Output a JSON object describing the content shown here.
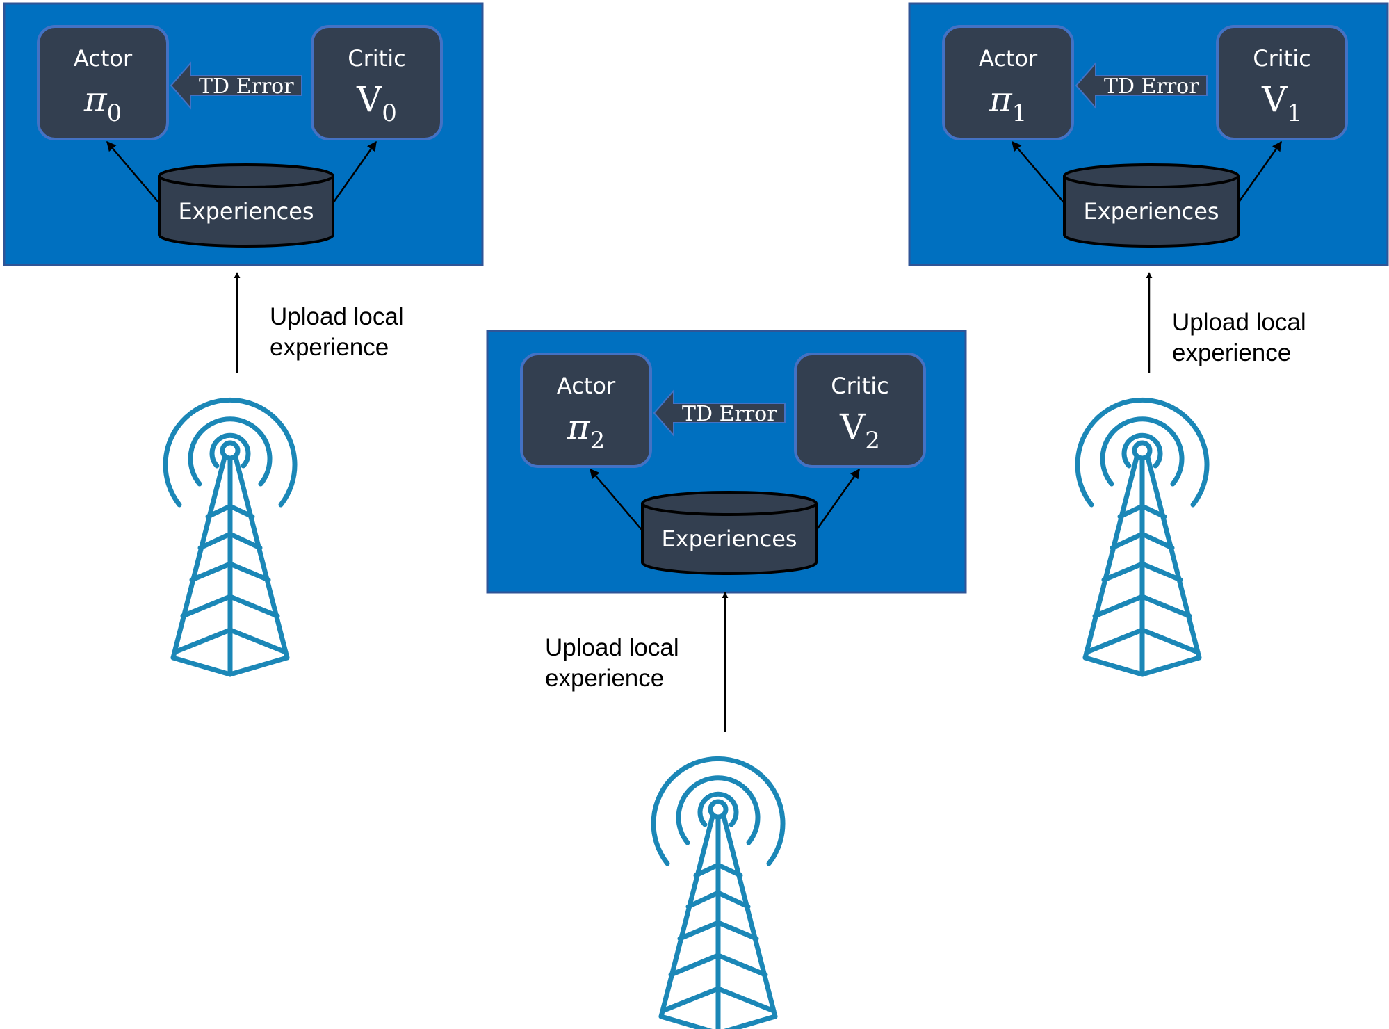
{
  "colors": {
    "panel": "#0070c0",
    "box": "#333f50",
    "box_border": "#4472c4",
    "tower": "#1b87b7"
  },
  "icons": {
    "tower": "cell-tower-icon",
    "storage": "database-cylinder-icon"
  },
  "agents": [
    {
      "actor_label": "Actor",
      "actor_symbol": "π",
      "actor_index": "0",
      "critic_label": "Critic",
      "critic_symbol": "V",
      "critic_index": "0",
      "td_label": "TD Error",
      "experiences_label": "Experiences",
      "upload_line1": "Upload local",
      "upload_line2": "experience"
    },
    {
      "actor_label": "Actor",
      "actor_symbol": "π",
      "actor_index": "1",
      "critic_label": "Critic",
      "critic_symbol": "V",
      "critic_index": "1",
      "td_label": "TD Error",
      "experiences_label": "Experiences",
      "upload_line1": "Upload local",
      "upload_line2": "experience"
    },
    {
      "actor_label": "Actor",
      "actor_symbol": "π",
      "actor_index": "2",
      "critic_label": "Critic",
      "critic_symbol": "V",
      "critic_index": "2",
      "td_label": "TD Error",
      "experiences_label": "Experiences",
      "upload_line1": "Upload local",
      "upload_line2": "experience"
    }
  ]
}
